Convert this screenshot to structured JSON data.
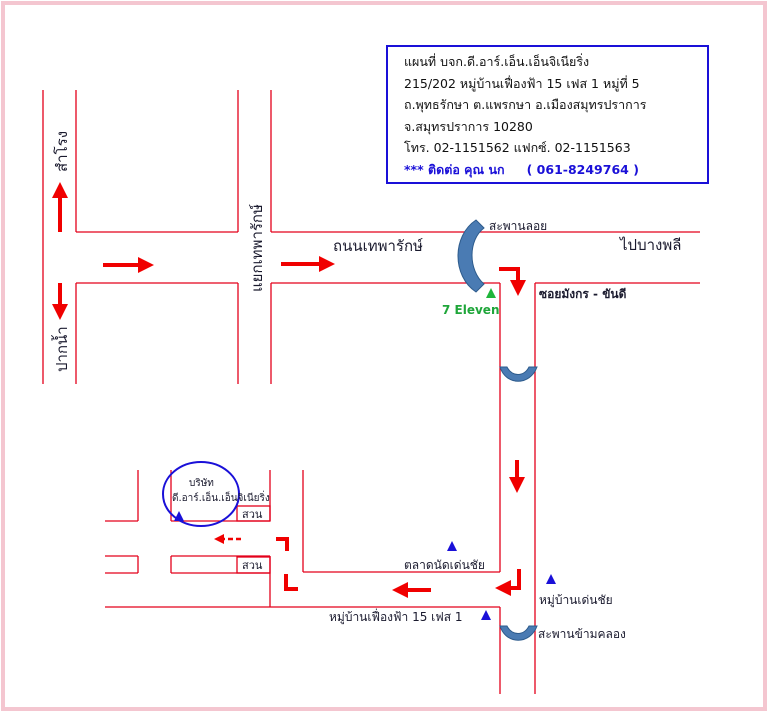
{
  "info_box": {
    "line1": "แผนที่ บจก.ดี.อาร์.เอ็น.เอ็นจิเนียริ่ง",
    "line2": "215/202  หมู่บ้านเฟื่องฟ้า 15 เฟส 1  หมู่ที่ 5",
    "line3": "ถ.พุทธรักษา ต.แพรกษา อ.เมืองสมุทรปราการ",
    "line4": "จ.สมุทรปราการ  10280",
    "line5": "โทร. 02-1151562    แฟกซ์. 02-1151563",
    "contact_prefix": "***  ติดต่อ คุณ นก",
    "contact_phone": "( 061-8249764 )"
  },
  "labels": {
    "samrong": "สำโรง",
    "paknam": "ปากน้ำ",
    "theparak_junction": "แยกเทพารักษ์",
    "theparak_road": "ถนนเทพารักษ์",
    "bangphli": "ไปบางพลี",
    "floating_bridge": "สะพานลอย",
    "seven_eleven": "7 Eleven",
    "soi_mangkorn": "ซอยมังกร - ขันดี",
    "company_line1": "บริษัท",
    "company_line2": "ดี.อาร์.เอ็น.เอ็นจิเนียริ่ง",
    "garden1": "สวน",
    "garden2": "สวน",
    "market": "ตลาดนัดเด่นชัย",
    "village_denchai": "หมู่บ้านเด่นชัย",
    "village_fuangfa": "หมู่บ้านเฟื่องฟ้า 15 เฟส 1",
    "canal_bridge": "สะพานข้ามคลอง"
  },
  "colors": {
    "frame": "#f4c6d0",
    "road": "#e3001b",
    "arrow": "#f00000",
    "bridge": "#4a7bb3",
    "landmark_blue": "#1a10d8",
    "landmark_green": "#1fb53a",
    "seven_eleven_text": "#1fa63a"
  }
}
